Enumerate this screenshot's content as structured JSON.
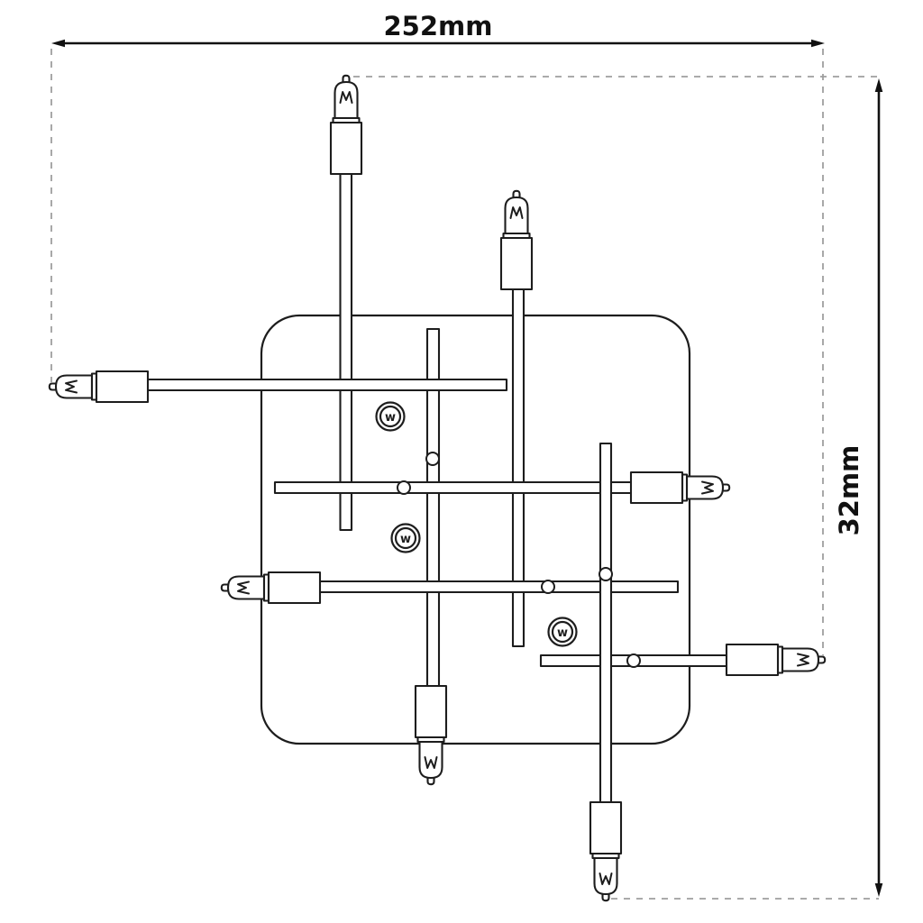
{
  "diagram": {
    "kind": "product-dimension-drawing",
    "subject": "multi-arm halogen light fixture on square mounting plate",
    "width_label": "252mm",
    "height_label": "32mm",
    "lamp_symbol_letter": "w",
    "colors": {
      "bg": "#ffffff",
      "line": "#1d1d1d",
      "dim": "#111111",
      "ext": "#9e9e9e"
    }
  }
}
